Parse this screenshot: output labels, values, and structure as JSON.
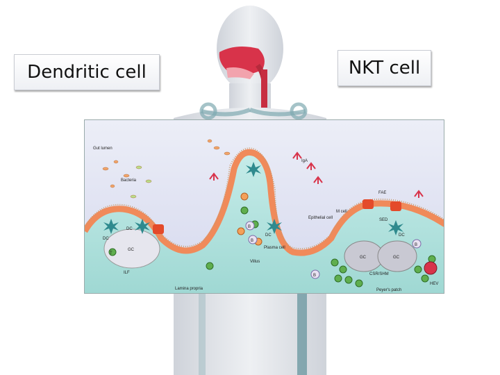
{
  "labels": {
    "dendritic_cell": "Dendritic cell",
    "nkt_cell": "NKT cell"
  },
  "diagram": {
    "gut_lumen": "Gut lumen",
    "bacteria": "Bacteria",
    "iga": "IgA",
    "fae": "FAE",
    "m_cell": "M cell",
    "sed": "SED",
    "epithelial_cell": "Epithelial cell",
    "dc_1": "DC",
    "dc_2": "DC",
    "dc_3": "DC",
    "dc_4": "DC",
    "gc_1": "GC",
    "gc_2": "GC",
    "gc_3": "GC",
    "plasma_cell": "Plasma cell",
    "villus": "Villus",
    "ilf": "ILF",
    "lamina_propria": "Lamina propria",
    "csr_shm": "CSR/SHM",
    "peyers_patch": "Peyer's patch",
    "hev": "HEV",
    "b_1": "B",
    "b_2": "B",
    "b_3": "B",
    "b_4": "B",
    "t_1": "T"
  },
  "colors": {
    "body_silhouette": "#d9dde3",
    "skeleton": "#7fa9b0",
    "airway": "#d8334a",
    "lumen_bg": "#dfe1f1",
    "lamina_bg": "#bfe6e3",
    "epithelium": "#f08a5a",
    "gc_cell": "#c9c9d3",
    "green_cell": "#5fae4e",
    "dendritic": "#2f8a8e"
  }
}
